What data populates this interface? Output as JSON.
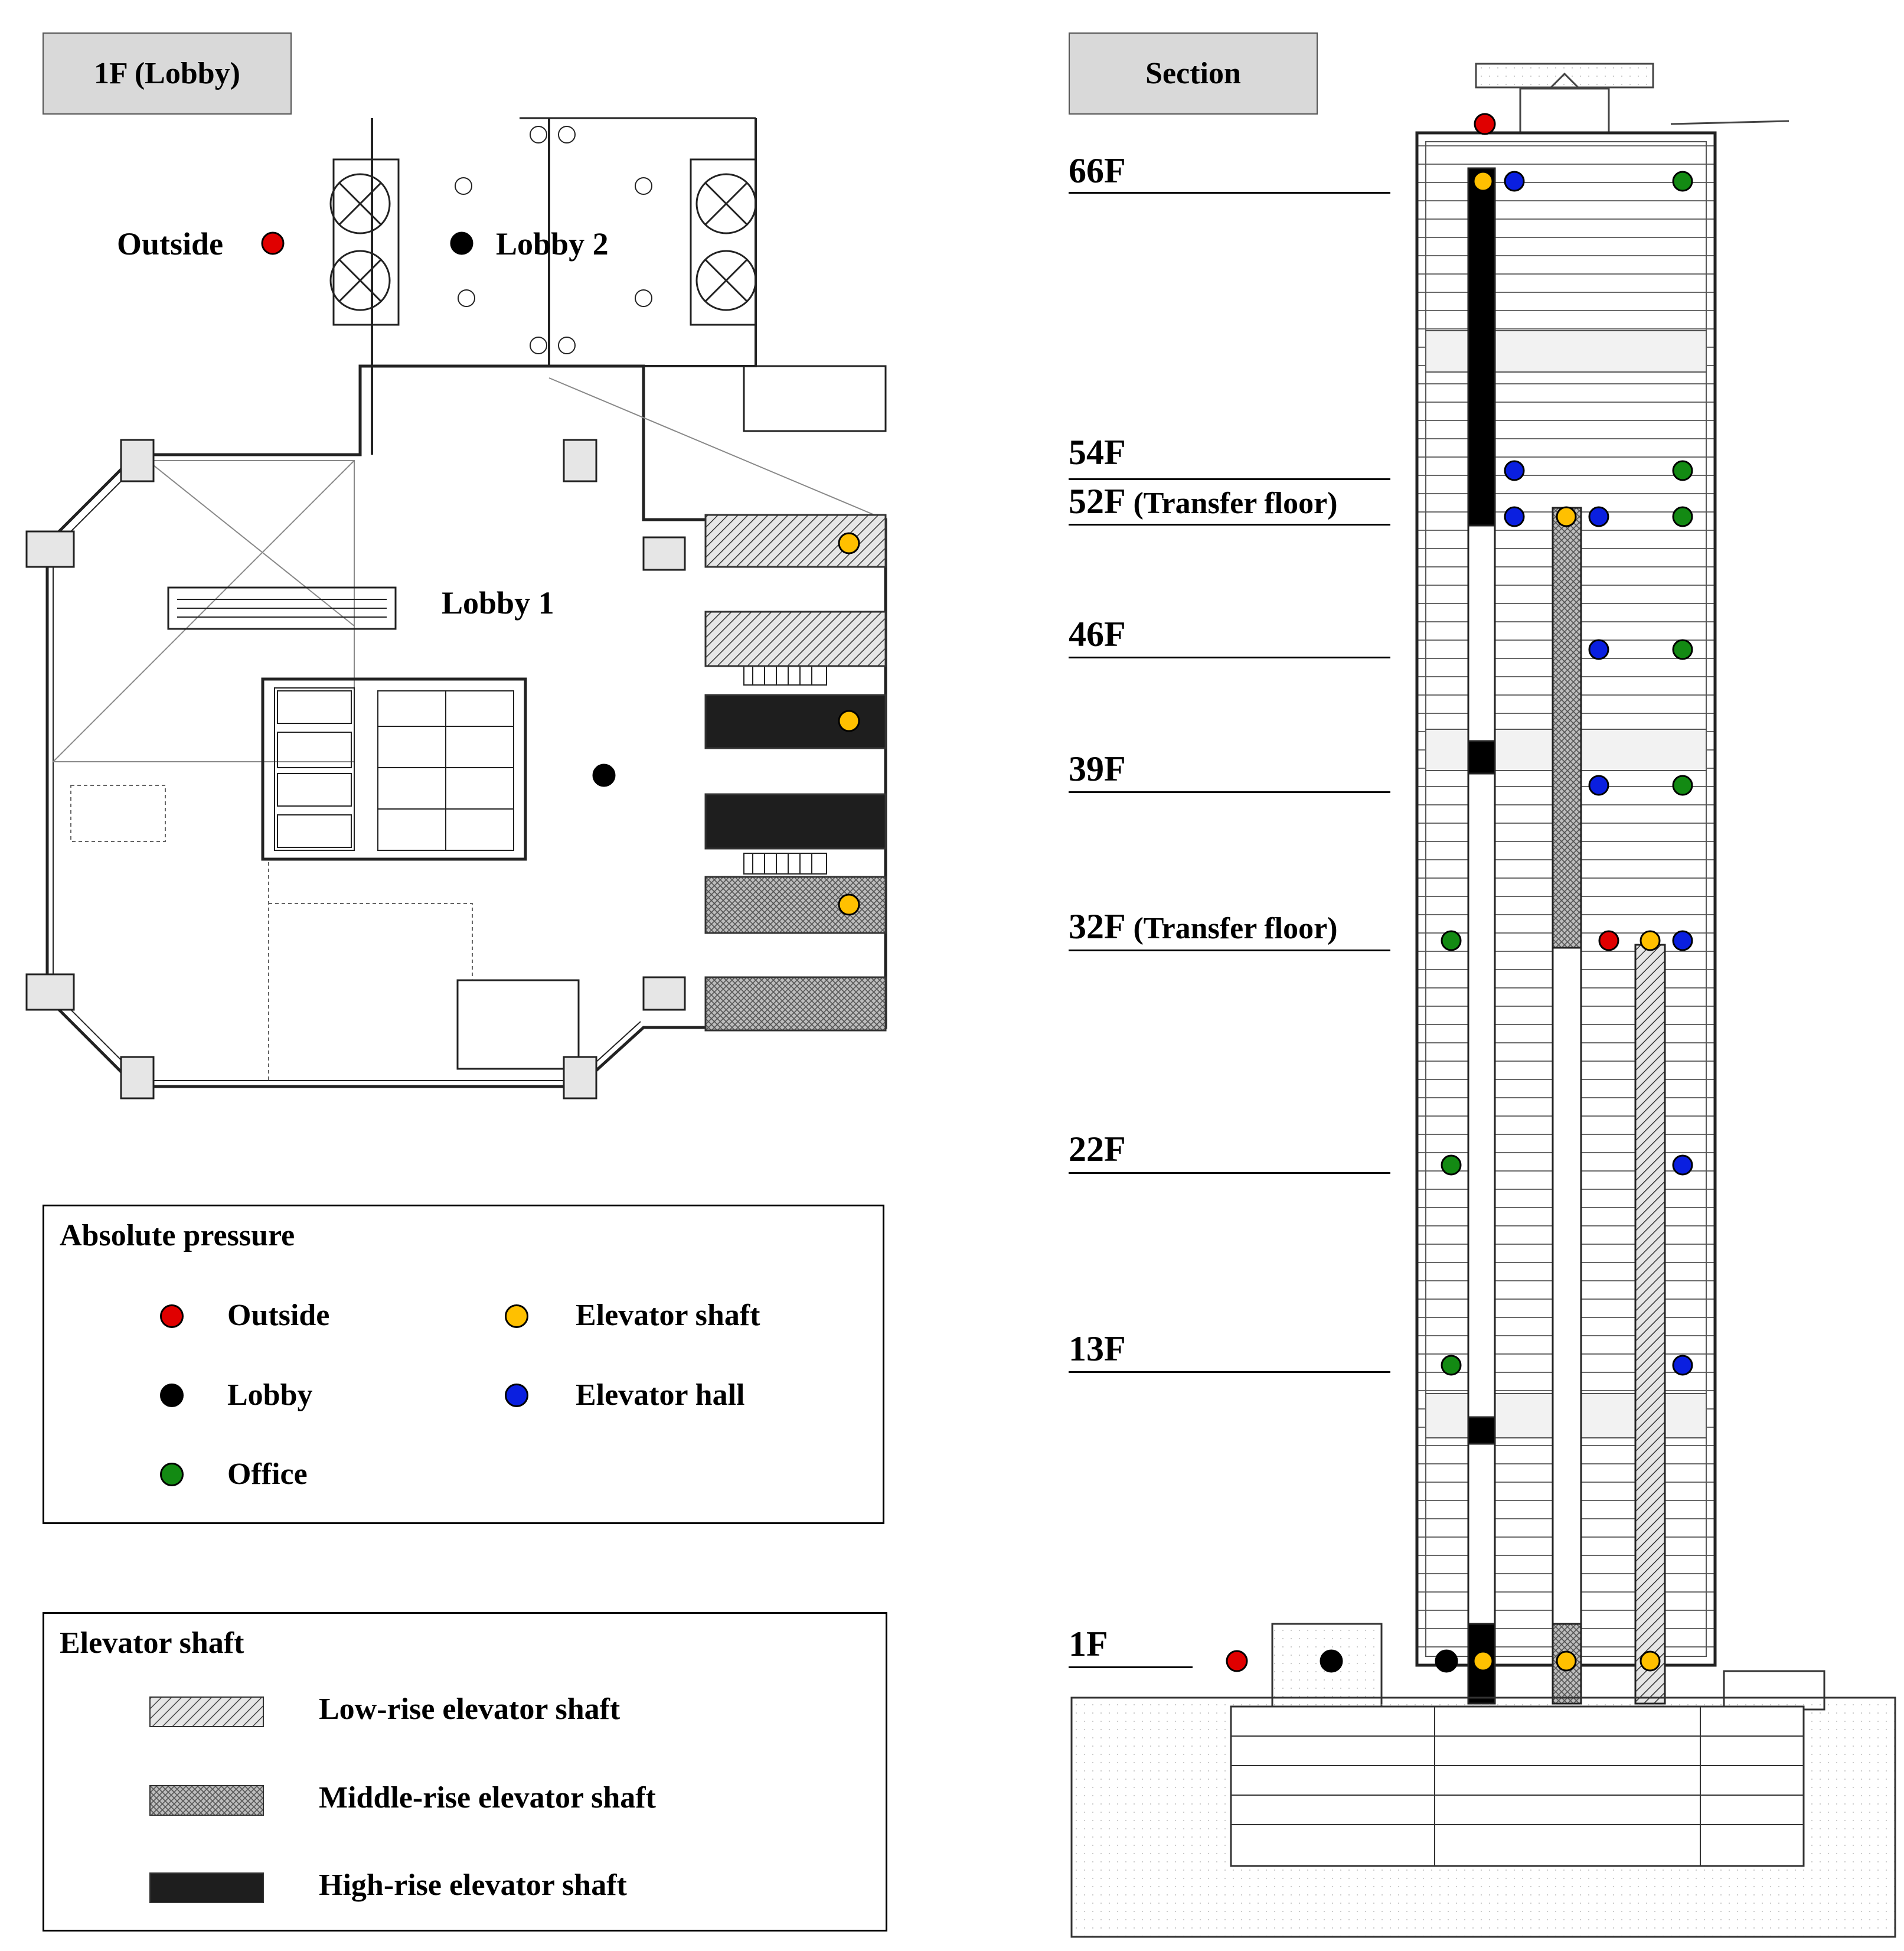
{
  "panels": {
    "plan_title": "1F (Lobby)",
    "section_title": "Section"
  },
  "plan_labels": {
    "outside": "Outside",
    "lobby2": "Lobby 2",
    "lobby1": "Lobby 1"
  },
  "legend_pressure": {
    "title": "Absolute pressure",
    "items": [
      {
        "label": "Outside",
        "color": "#e00000"
      },
      {
        "label": "Lobby",
        "color": "#000000"
      },
      {
        "label": "Office",
        "color": "#138a13"
      },
      {
        "label": "Elevator shaft",
        "color": "#ffc000"
      },
      {
        "label": "Elevator hall",
        "color": "#0a1fe0"
      }
    ]
  },
  "legend_shaft": {
    "title": "Elevator shaft",
    "items": [
      {
        "label": "Low-rise elevator shaft",
        "pattern": "low-rise-hatch"
      },
      {
        "label": "Middle-rise elevator shaft",
        "pattern": "middle-rise-crosshatch"
      },
      {
        "label": "High-rise elevator shaft",
        "pattern": "high-rise-solid"
      }
    ]
  },
  "floors": [
    {
      "name": "66F",
      "note": ""
    },
    {
      "name": "54F",
      "note": ""
    },
    {
      "name": "52F",
      "note": "(Transfer floor)"
    },
    {
      "name": "46F",
      "note": ""
    },
    {
      "name": "39F",
      "note": ""
    },
    {
      "name": "32F",
      "note": "(Transfer floor)"
    },
    {
      "name": "22F",
      "note": ""
    },
    {
      "name": "13F",
      "note": ""
    },
    {
      "name": "1F",
      "note": ""
    }
  ],
  "colors": {
    "outside": "#e00000",
    "lobby": "#000000",
    "office": "#138a13",
    "elevator_shaft": "#ffc000",
    "elevator_hall": "#0a1fe0"
  }
}
